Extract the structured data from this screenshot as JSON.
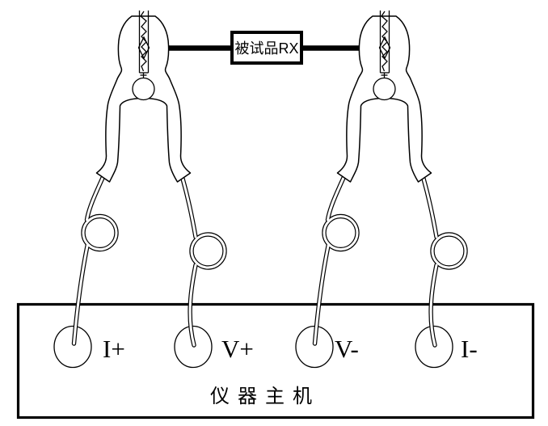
{
  "diagram": {
    "type": "wiring-connection-diagram",
    "dut_box": {
      "label": "被试品RX"
    },
    "instrument_unit": {
      "label": "仪 器 主 机",
      "terminals": [
        {
          "label": "I+"
        },
        {
          "label": "V+"
        },
        {
          "label": "V-"
        },
        {
          "label": "I-"
        }
      ]
    },
    "colors": {
      "line": "#000000",
      "background": "#ffffff"
    }
  }
}
